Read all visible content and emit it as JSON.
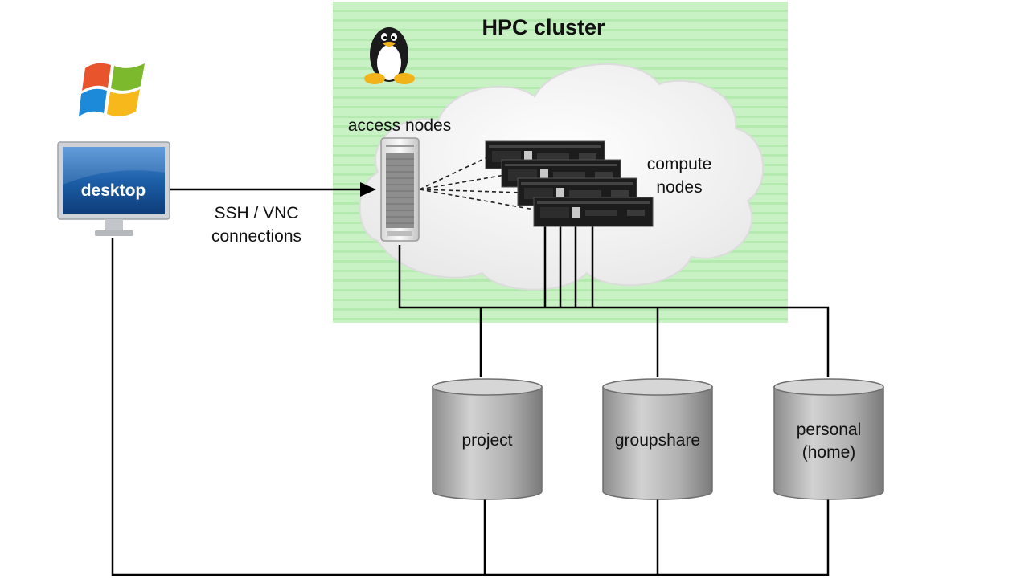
{
  "diagram": {
    "title": "HPC cluster",
    "desktop_label": "desktop",
    "connection_label_line1": "SSH / VNC",
    "connection_label_line2": "connections",
    "access_nodes_label": "access nodes",
    "compute_nodes_label_line1": "compute",
    "compute_nodes_label_line2": "nodes",
    "storage": [
      {
        "label_line1": "project",
        "label_line2": ""
      },
      {
        "label_line1": "groupshare",
        "label_line2": ""
      },
      {
        "label_line1": "personal",
        "label_line2": "(home)"
      }
    ],
    "colors": {
      "cluster_band": "#c8f2c4",
      "cluster_band_alt": "#b4eab0",
      "cloud": "#f1f1f1",
      "desktop_screen": "#1d5fa8",
      "storage_body": "#b8b8b8",
      "server_body": "#1c1c1c",
      "lines": "#000000"
    },
    "icons": [
      "windows-logo-icon",
      "linux-penguin-icon",
      "desktop-monitor-icon",
      "server-tower-icon",
      "rack-server-icon",
      "database-cylinder-icon"
    ]
  }
}
